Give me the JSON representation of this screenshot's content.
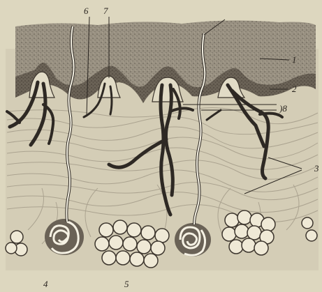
{
  "figure": {
    "labels": {
      "l1": "1",
      "l2": "2",
      "l3": "3",
      "l4": "4",
      "l5": "5",
      "l6": "6",
      "l7": "7",
      "l8": ")8"
    },
    "colors": {
      "paper": "#ddd7bf",
      "epidermis": "#8f877a",
      "basal_layer": "#5e564c",
      "dermis_fiber": "#a79f8c",
      "vessel": "#2e2924",
      "duct": "#f5f1e3",
      "ink": "#2a2520"
    }
  }
}
